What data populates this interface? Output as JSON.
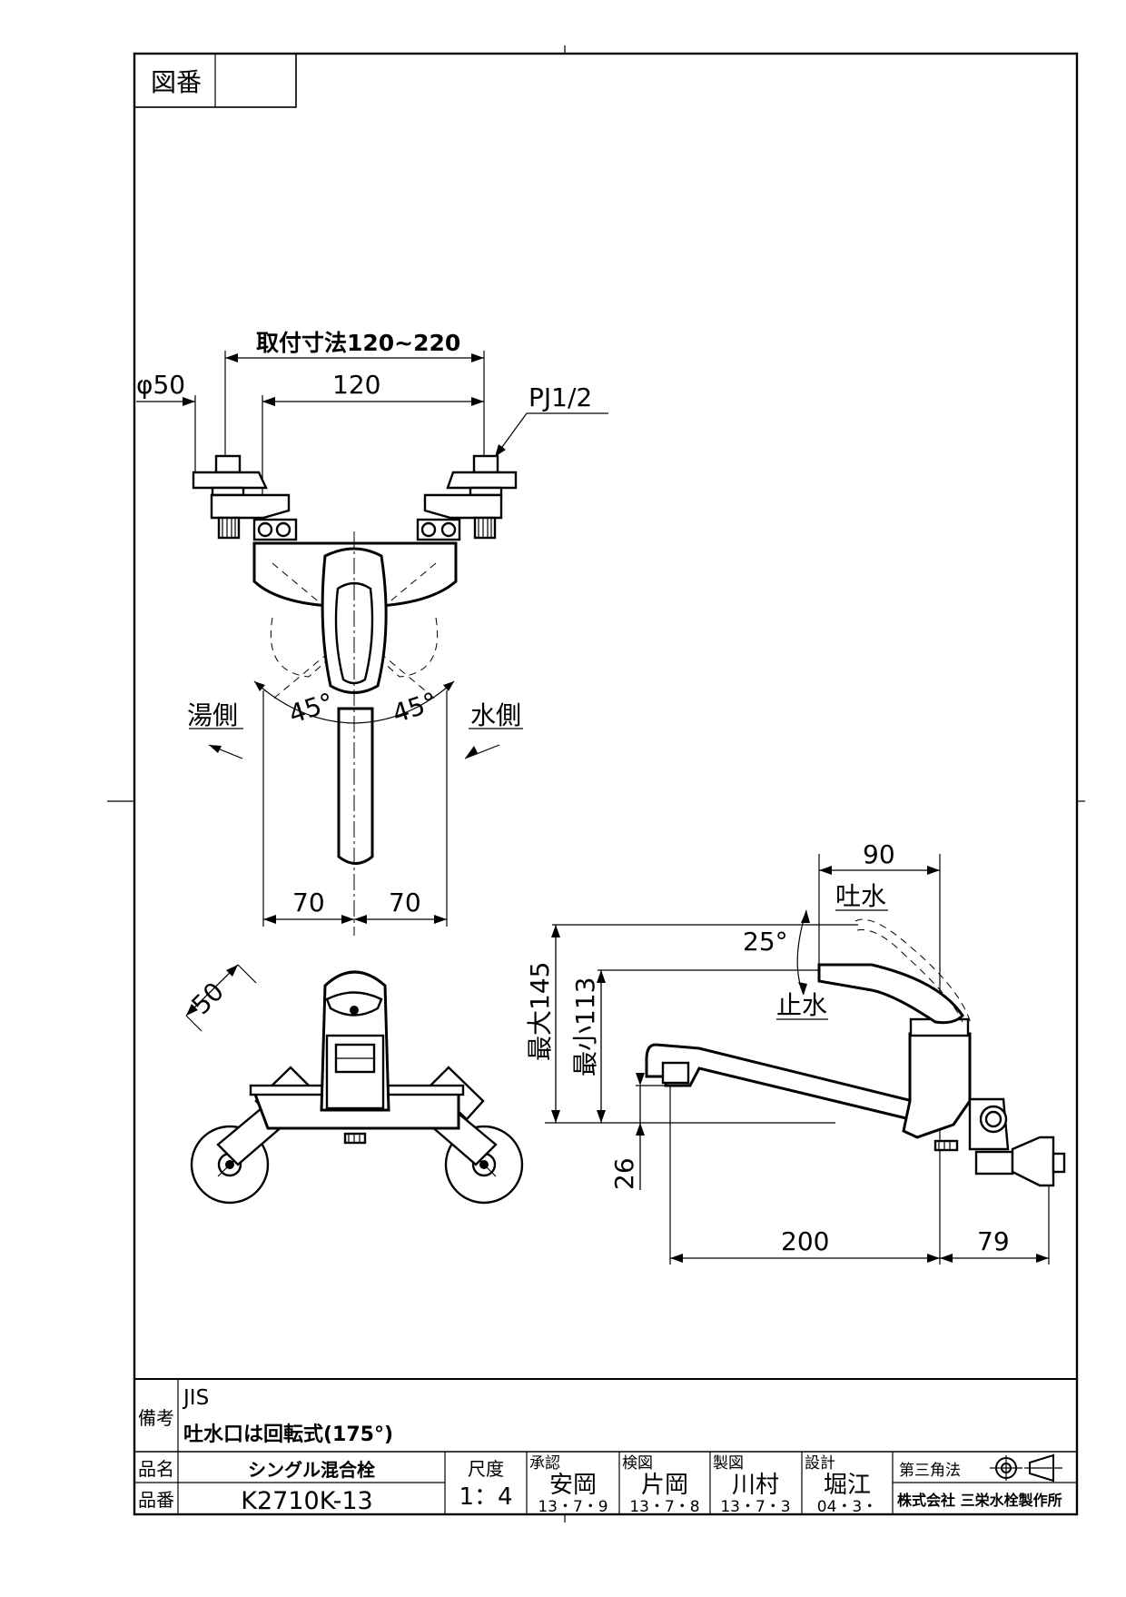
{
  "drawing_number_label": "図番",
  "drawing_number_value": "",
  "dimensions": {
    "mount_range": "取付寸法120~220",
    "diameter": "φ50",
    "center_spacing": "120",
    "thread": "PJ1/2",
    "hot_side": "湯側",
    "cold_side": "水側",
    "hot_angle": "45°",
    "cold_angle": "45°",
    "left_70": "70",
    "right_70": "70",
    "side_50": "50",
    "top_90": "90",
    "spout_open": "吐水",
    "lever_angle": "25°",
    "spout_stop": "止水",
    "max_145": "最大145",
    "min_113": "最小113",
    "dim_26": "26",
    "dim_200": "200",
    "dim_79": "79"
  },
  "title_block": {
    "remarks_label": "備考",
    "remarks_line1": "JIS",
    "remarks_line2": "吐水口は回転式(175°)",
    "product_name_label": "品名",
    "product_name": "シングル混合栓",
    "product_number_label": "品番",
    "product_number": "K2710K-13",
    "scale_label": "尺度",
    "scale_value": "1：4",
    "approval_label": "承認",
    "approval_name": "安岡",
    "approval_date": "13・7・9",
    "check_label": "検図",
    "check_name": "片岡",
    "check_date": "13・7・8",
    "draft_label": "製図",
    "draft_name": "川村",
    "draft_date": "13・7・3",
    "design_label": "設計",
    "design_name": "堀江",
    "design_date": "04・3・",
    "projection_label": "第三角法",
    "company": "株式会社 三栄水栓製作所"
  }
}
